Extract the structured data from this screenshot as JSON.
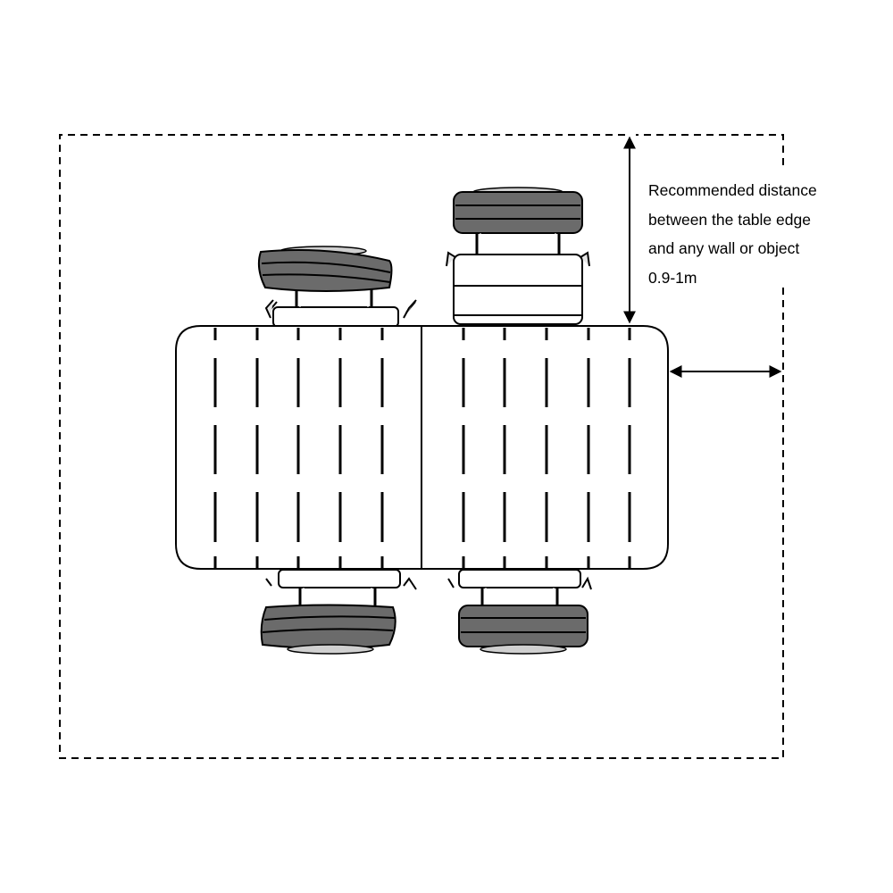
{
  "annotation": {
    "lines": [
      "Recommended distance",
      "between the table edge",
      "and any wall or object",
      "0.9-1m"
    ]
  },
  "colors": {
    "line": "#000000",
    "background": "#ffffff",
    "seat_dark": "#6b6b6b",
    "seat_light": "#d8d8d8",
    "frame": "#e6e6e6"
  },
  "icons": {
    "vertical_arrow": "double-arrow-vertical",
    "horizontal_arrow": "double-arrow-horizontal"
  }
}
